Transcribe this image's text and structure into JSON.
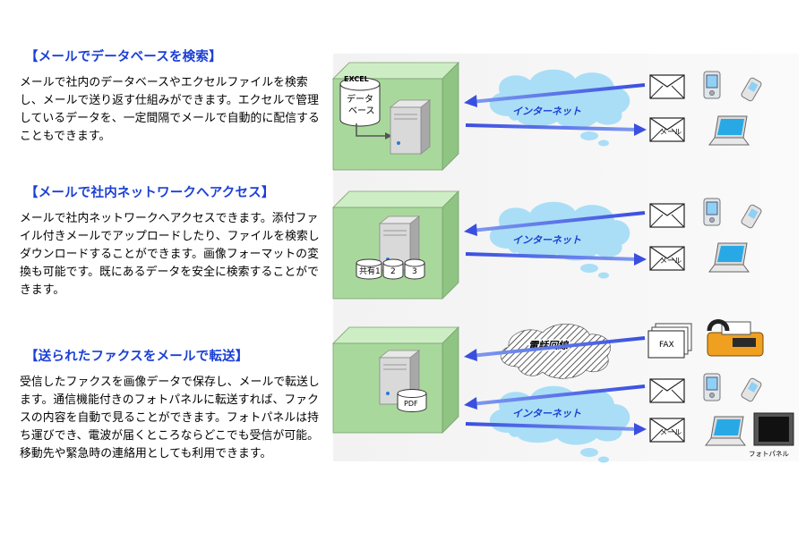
{
  "sections": [
    {
      "heading": "【メールでデータベースを検索】",
      "body": "メールで社内のデータベースやエクセルファイルを検索し、メールで送り返す仕組みができます。エクセルで管理しているデータを、一定間隔でメールで自動的に配信することもできます。"
    },
    {
      "heading": "【メールで社内ネットワークへアクセス】",
      "body": "メールで社内ネットワークへアクセスできます。添付ファイル付きメールでアップロードしたり、ファイルを検索しダウンロードすることができます。画像フォーマットの変換も可能です。既にあるデータを安全に検索することができます。"
    },
    {
      "heading": "【送られたファクスをメールで転送】",
      "body": "受信したファクスを画像データで保存し、メールで転送します。通信機能付きのフォトパネルに転送すれば、ファクスの内容を自動で見ることができます。フォトパネルは持ち運びでき、電波が届くところならどこでも受信が可能。移動先や緊急時の連絡用としても利用できます。"
    }
  ],
  "diagram": {
    "internet_label": "インターネット",
    "phone_line_label": "電話回線",
    "mail_label": "メール",
    "excel_label": "EXCEL",
    "database_label_1": "データ",
    "database_label_2": "ベース",
    "disk_labels": [
      "共有1",
      "2",
      "3"
    ],
    "pdf_label": "PDF",
    "fax_label": "FAX",
    "photo_panel_label": "フォトパネル",
    "colors": {
      "cube_front": "#a9d89c",
      "cube_top": "#cdeec4",
      "cloud": "#a9def6",
      "arrow": "#3a4fe0",
      "heading": "#1a3fd6"
    }
  }
}
